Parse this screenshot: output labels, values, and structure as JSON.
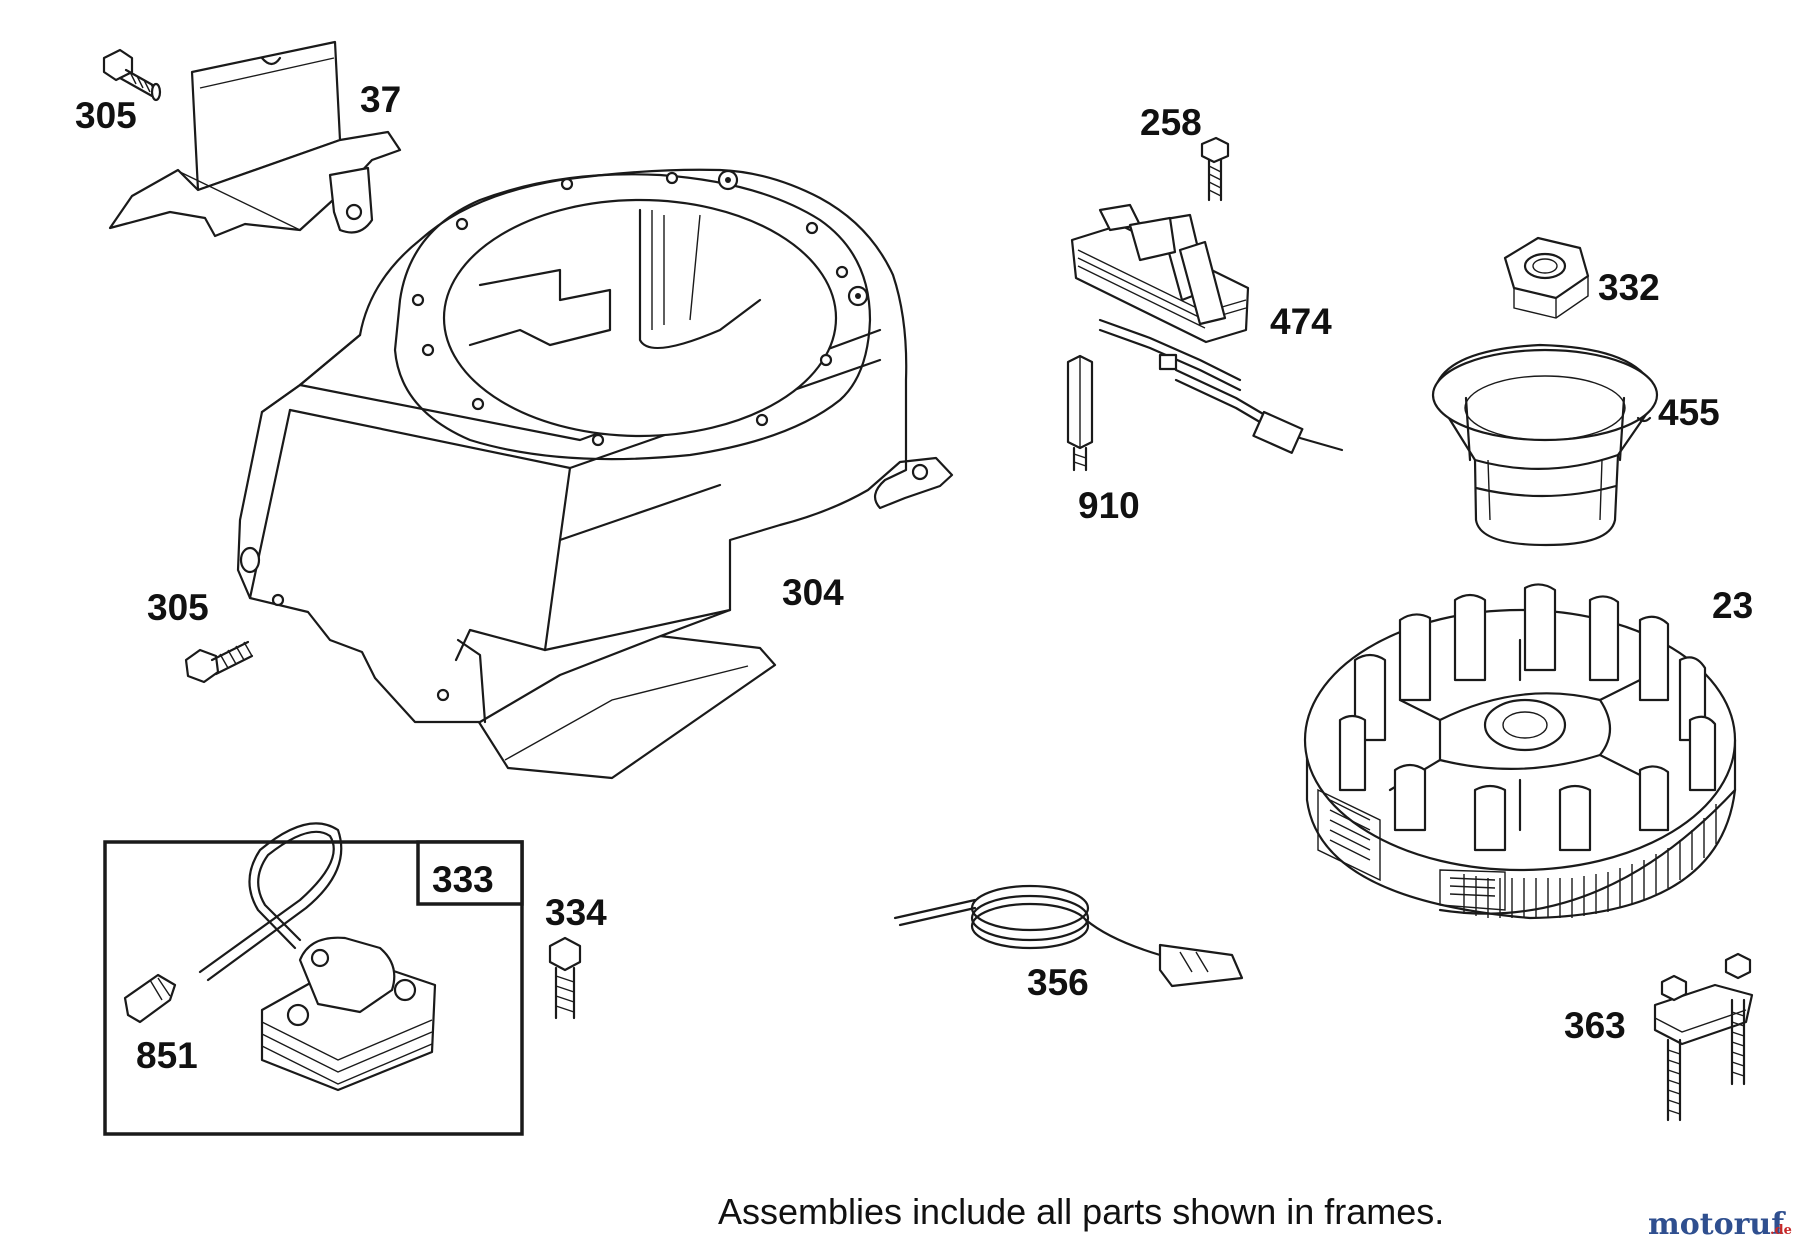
{
  "callouts": {
    "p305_top": "305",
    "p37": "37",
    "p258": "258",
    "p474": "474",
    "p332": "332",
    "p455": "455",
    "p910": "910",
    "p305_mid": "305",
    "p304": "304",
    "p23": "23",
    "p333": "333",
    "p334": "334",
    "p851": "851",
    "p356": "356",
    "p363": "363"
  },
  "footnote": "Assemblies include all parts shown in frames.",
  "watermark": {
    "name": "motoruf",
    "suffix": ".de"
  },
  "colors": {
    "line": "#1a1a1a",
    "brand_blue": "#2f4f8f",
    "brand_red": "#c62828"
  }
}
